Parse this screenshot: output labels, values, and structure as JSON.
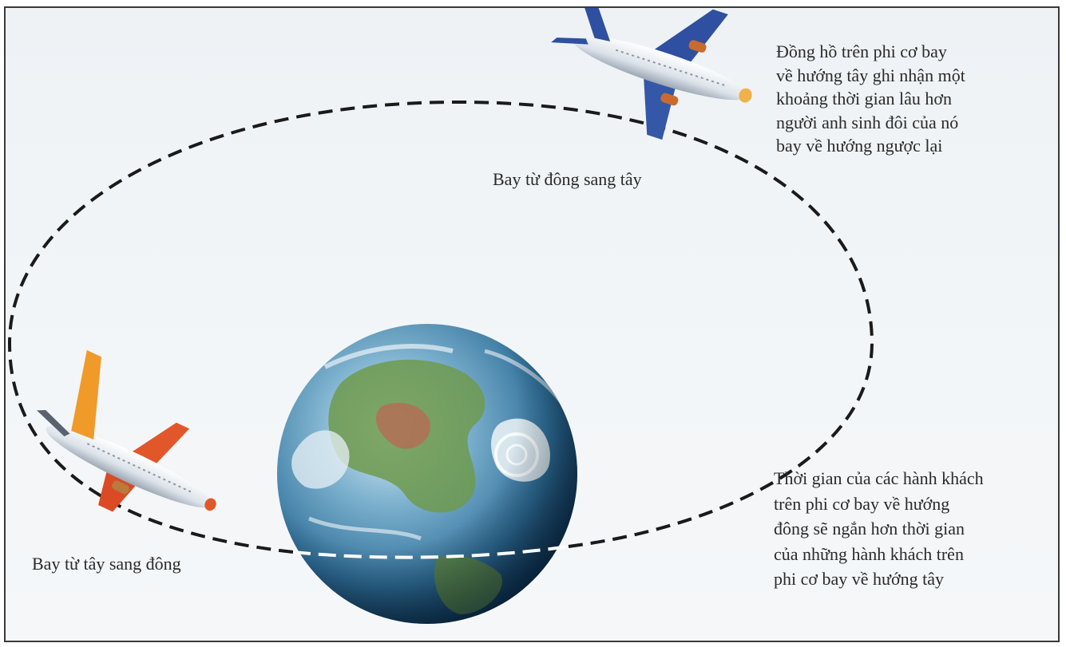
{
  "labels": {
    "east_to_west": "Bay từ đông sang tây",
    "west_to_east": "Bay từ tây sang đông"
  },
  "notes": {
    "west_flight_clock": [
      "Đồng hồ trên phi cơ bay",
      "về hướng tây ghi nhận một",
      "khoảng thời gian lâu hơn",
      "người anh sinh đôi của nó",
      "bay về hướng ngược lại"
    ],
    "east_passengers": [
      "Thời gian của các hành khách",
      "trên phi cơ bay về hướng",
      "đông sẽ ngắn hơn thời gian",
      "của những hành khách trên",
      "phi cơ bay về hướng tây"
    ]
  },
  "colors": {
    "orbit": "#1a1a1a",
    "orbit_front": "#ffffff",
    "ocean": "#2f6f9a",
    "land": "#6e9a4e",
    "west_plane_tail": "#2f4fa0",
    "east_plane_tail": "#e2572a"
  },
  "icons": {
    "westbound_plane": "airplane-blue-tail-icon",
    "eastbound_plane": "airplane-orange-tail-icon",
    "earth": "globe-icon"
  }
}
